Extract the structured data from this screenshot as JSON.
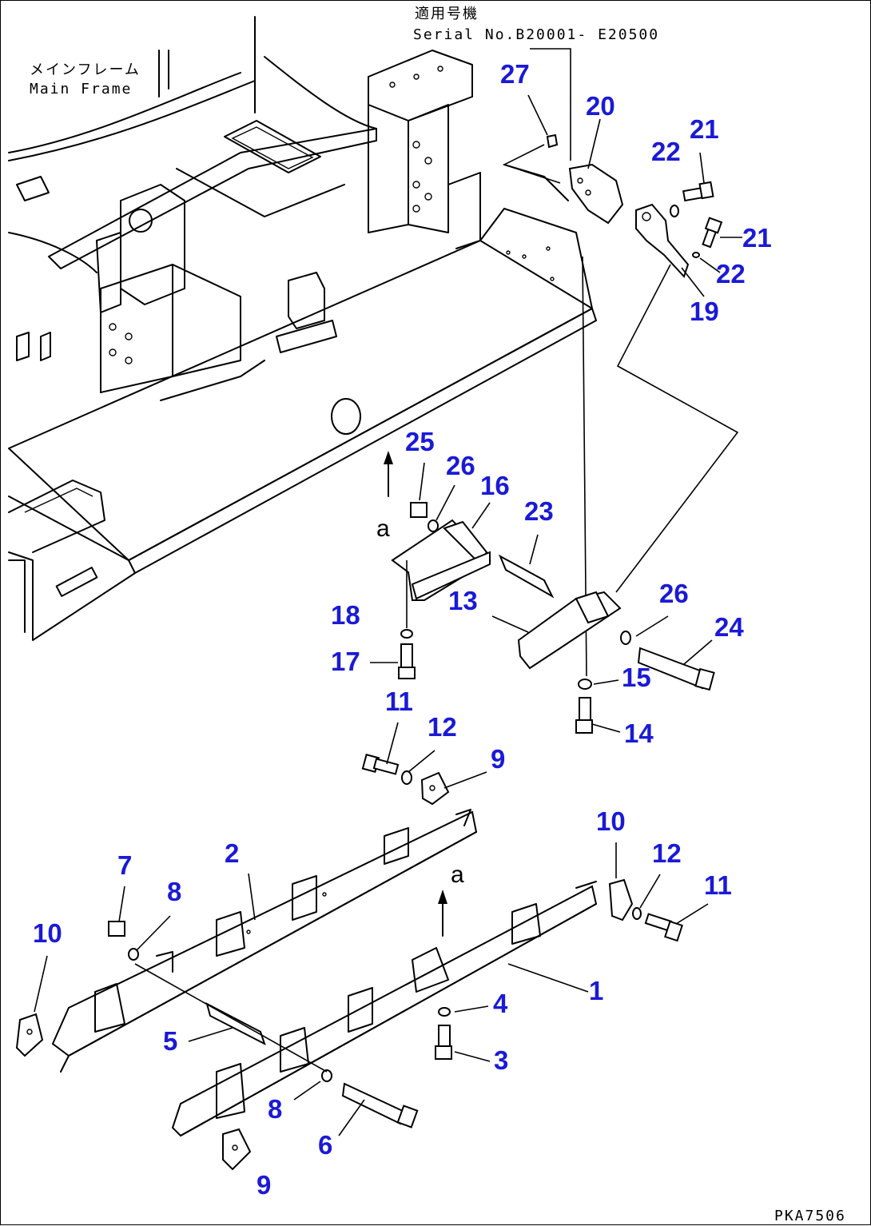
{
  "serial_note": {
    "applicable_jp": "適用号機",
    "serial_range": "Serial No.B20001- E20500"
  },
  "main_frame": {
    "label_jp": "メインフレーム",
    "label_en": "Main Frame"
  },
  "view_marker": "a",
  "figure_code": "PKA7506",
  "callouts": {
    "c1": "1",
    "c2": "2",
    "c3": "3",
    "c4": "4",
    "c5": "5",
    "c6": "6",
    "c7": "7",
    "c8a": "8",
    "c8b": "8",
    "c9a": "9",
    "c9b": "9",
    "c10a": "10",
    "c10b": "10",
    "c11a": "11",
    "c11b": "11",
    "c12a": "12",
    "c12b": "12",
    "c13": "13",
    "c14": "14",
    "c15": "15",
    "c16": "16",
    "c17": "17",
    "c18": "18",
    "c19": "19",
    "c20": "20",
    "c21a": "21",
    "c21b": "21",
    "c22a": "22",
    "c22b": "22",
    "c23": "23",
    "c24": "24",
    "c25": "25",
    "c26a": "26",
    "c26b": "26",
    "c27": "27"
  },
  "colors": {
    "callout": "#1a1ad6",
    "line": "#000000"
  }
}
